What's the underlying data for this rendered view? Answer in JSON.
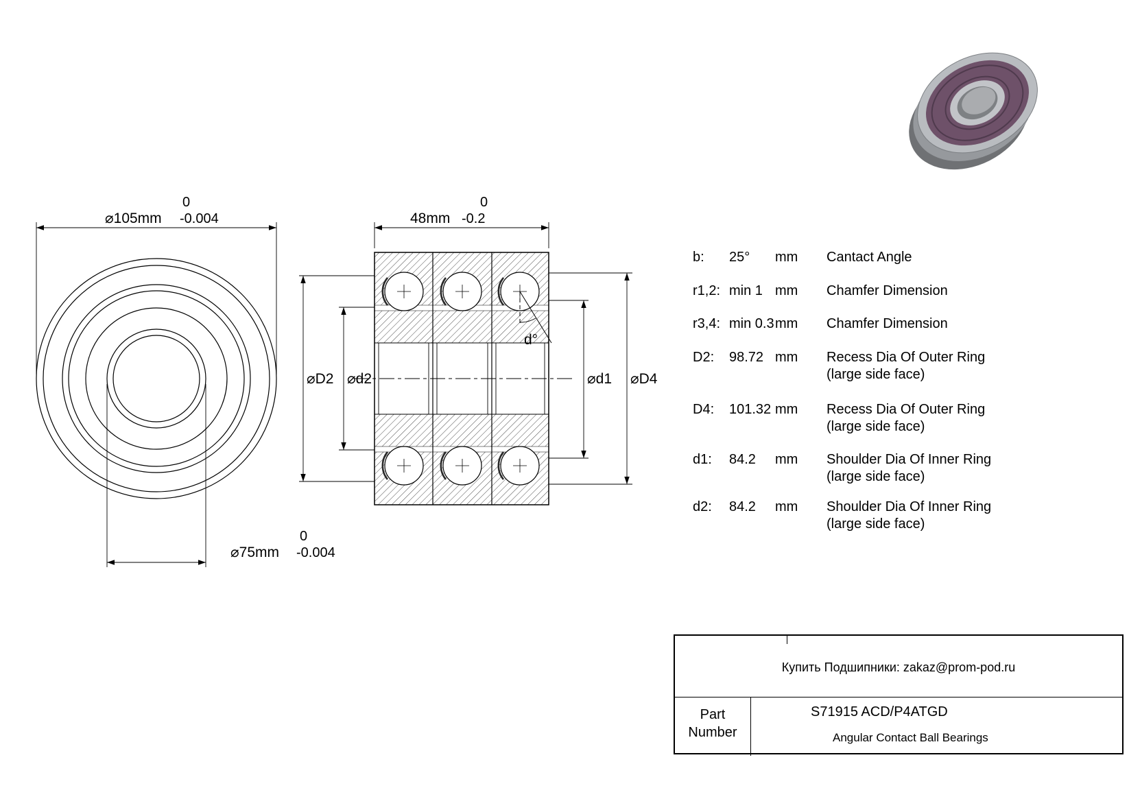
{
  "front_view": {
    "outer_dim": {
      "value": "⌀105mm",
      "tol_top": "0",
      "tol_bottom": "-0.004"
    },
    "bore_dim": {
      "value": "⌀75mm",
      "tol_top": "0",
      "tol_bottom": "-0.004"
    }
  },
  "section_view": {
    "width_dim": {
      "value": "48mm",
      "tol_top": "0",
      "tol_bottom": "-0.2"
    },
    "labels": {
      "D2": "⌀D2",
      "d2": "⌀d2",
      "d1": "⌀d1",
      "D4": "⌀D4",
      "angle": "d°"
    }
  },
  "spec_table": {
    "rows": [
      {
        "label": "b:",
        "value": "25°",
        "unit": "mm",
        "desc1": "Cantact Angle",
        "desc2": ""
      },
      {
        "label": "r1,2:",
        "value": "min 1",
        "unit": "mm",
        "desc1": "Chamfer Dimension",
        "desc2": ""
      },
      {
        "label": "r3,4:",
        "value": "min 0.3",
        "unit": "mm",
        "desc1": "Chamfer Dimension",
        "desc2": ""
      },
      {
        "label": "D2:",
        "value": "98.72",
        "unit": "mm",
        "desc1": "Recess Dia Of Outer Ring",
        "desc2": "(large side face)"
      },
      {
        "label": "D4:",
        "value": "101.32",
        "unit": "mm",
        "desc1": "Recess Dia Of Outer Ring",
        "desc2": "(large side face)"
      },
      {
        "label": "d1:",
        "value": "84.2",
        "unit": "mm",
        "desc1": "Shoulder Dia Of Inner Ring",
        "desc2": "(large side face)"
      },
      {
        "label": "d2:",
        "value": "84.2",
        "unit": "mm",
        "desc1": "Shoulder Dia Of Inner Ring",
        "desc2": "(large side face)"
      }
    ]
  },
  "footer": {
    "contact": "Купить Подшипники: zakaz@prom-pod.ru",
    "part_label_line1": "Part",
    "part_label_line2": "Number",
    "part_number": "S71915 ACD/P4ATGD",
    "part_type": "Angular Contact Ball Bearings"
  },
  "colors": {
    "seal_purple": "#6e5169",
    "seal_groove": "#4f3a4d",
    "metal_light": "#b9bcc0",
    "metal_mid": "#96999d",
    "metal_dark": "#6f7174",
    "line": "#000000"
  }
}
